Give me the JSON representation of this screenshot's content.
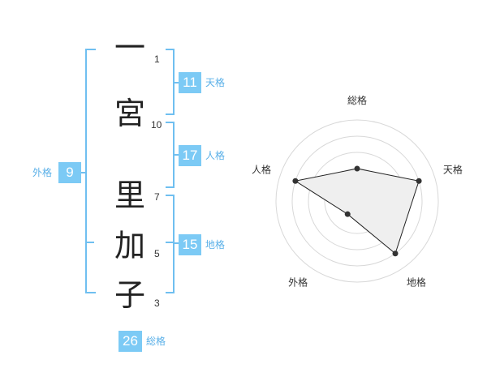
{
  "name": {
    "chars": [
      {
        "char": "一",
        "strokes": "1"
      },
      {
        "char": "宮",
        "strokes": "10"
      },
      {
        "char": "里",
        "strokes": "7"
      },
      {
        "char": "加",
        "strokes": "5"
      },
      {
        "char": "子",
        "strokes": "3"
      }
    ]
  },
  "fortunes": {
    "ten": {
      "value": "11",
      "label": "天格"
    },
    "jin": {
      "value": "17",
      "label": "人格"
    },
    "chi": {
      "value": "15",
      "label": "地格"
    },
    "gai": {
      "value": "9",
      "label": "外格"
    },
    "sou": {
      "value": "26",
      "label": "総格"
    }
  },
  "colors": {
    "accent": "#7ccaf5",
    "bracket": "#6fbff0",
    "radar_fill": "#efefef",
    "radar_grid": "#d8d8d8"
  },
  "chart_data": {
    "type": "radar",
    "axes": [
      "総格",
      "天格",
      "地格",
      "外格",
      "人格"
    ],
    "max": 5,
    "values": [
      2,
      4,
      4,
      1,
      4
    ]
  }
}
